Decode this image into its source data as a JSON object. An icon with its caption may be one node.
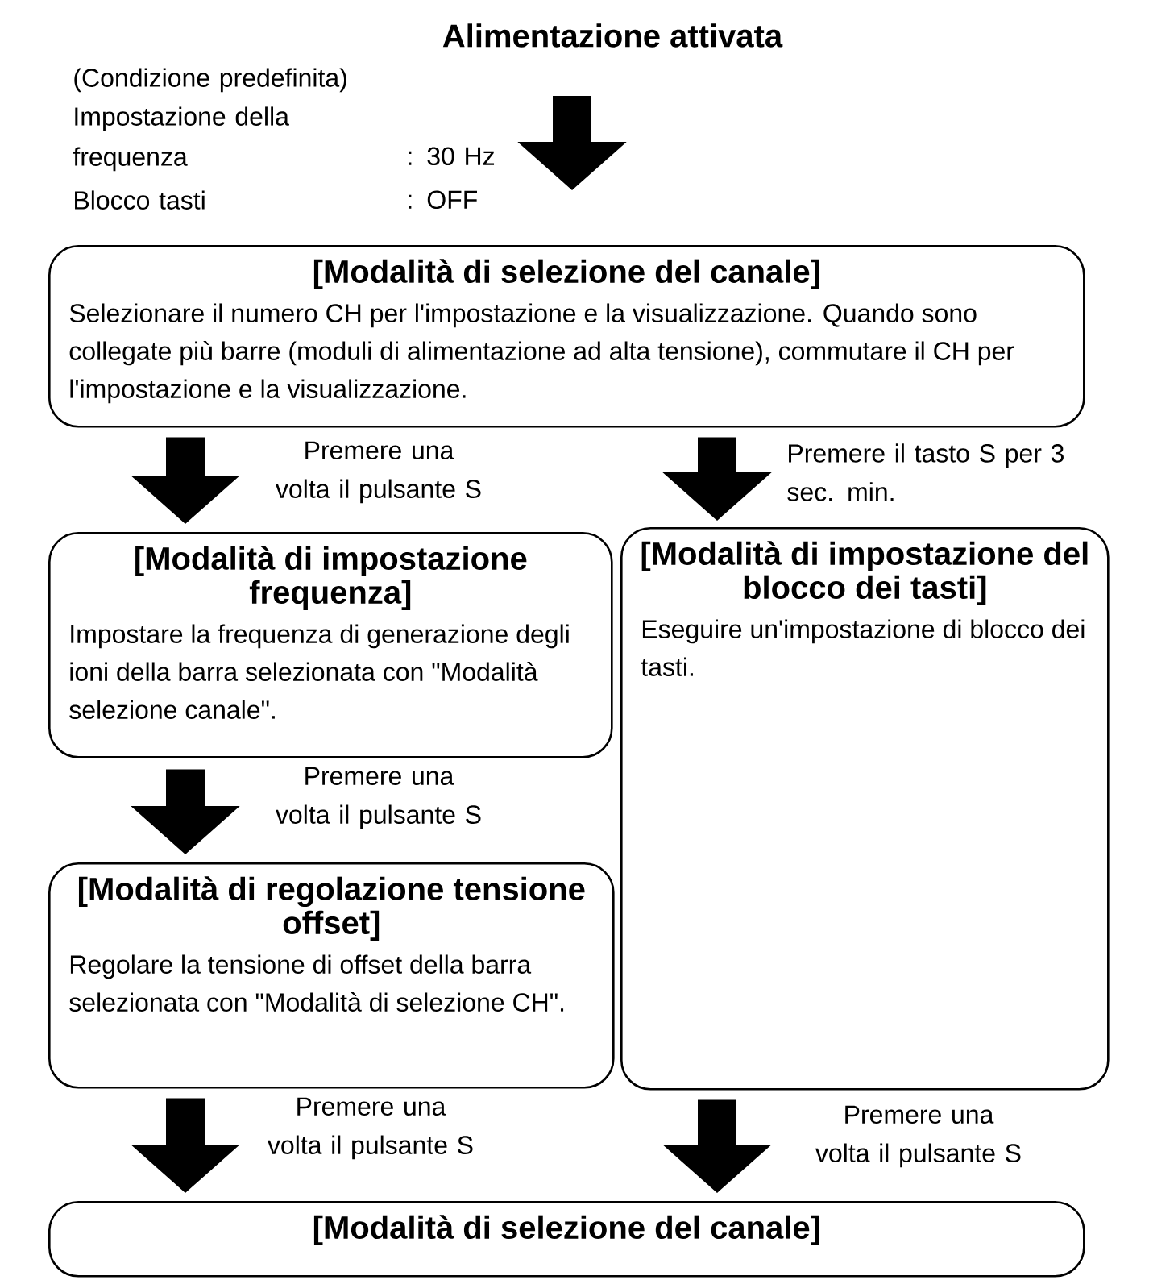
{
  "diagram": {
    "nodes": [
      {
        "text": [
          "Alimentazione attivata"
        ]
      },
      {
        "text": [
          "[Modalità di selezione del canale]",
          "Selezionare il numero CH per l'impostazione e la visualizzazione. Quando sono collegate più barre (moduli di alimentazione ad alta tensione), commutare il CH per l'impostazione e la visualizzazione."
        ]
      },
      {
        "text": [
          "[Modalità di impostazione frequenza]",
          "Impostare la frequenza di generazione degli ioni della barra selezionata con \"Modalità selezione canale\"."
        ]
      },
      {
        "text": [
          "[Modalità di regolazione tensione offset]",
          "Regolare la tensione di offset della barra selezionata con \"Modalità di selezione CH\"."
        ]
      },
      {
        "text": [
          "[Modalità di impostazione del blocco dei tasti]",
          "Eseguire un'impostazione di blocco dei tasti."
        ]
      },
      {
        "text": [
          "[Modalità di selezione del canale]"
        ]
      }
    ],
    "edges": [
      {
        "from": 0,
        "to": 1,
        "arrow": "to"
      },
      {
        "from": 1,
        "to": 2,
        "arrow": "to",
        "label": "Premere una volta il pulsante S"
      },
      {
        "from": 1,
        "to": 4,
        "arrow": "to",
        "label": "Premere il tasto S per 3 sec. min."
      },
      {
        "from": 2,
        "to": 3,
        "arrow": "to",
        "label": "Premere una volta il pulsante S"
      },
      {
        "from": 3,
        "to": 5,
        "arrow": "to",
        "label": "Premere una volta il pulsante S"
      },
      {
        "from": 4,
        "to": 5,
        "arrow": "to",
        "label": "Premere una volta il pulsante S"
      }
    ],
    "labels": [
      "(Condizione predefinita)",
      "Impostazione della frequenza",
      ": 30 Hz",
      "Blocco tasti",
      ": OFF"
    ]
  }
}
